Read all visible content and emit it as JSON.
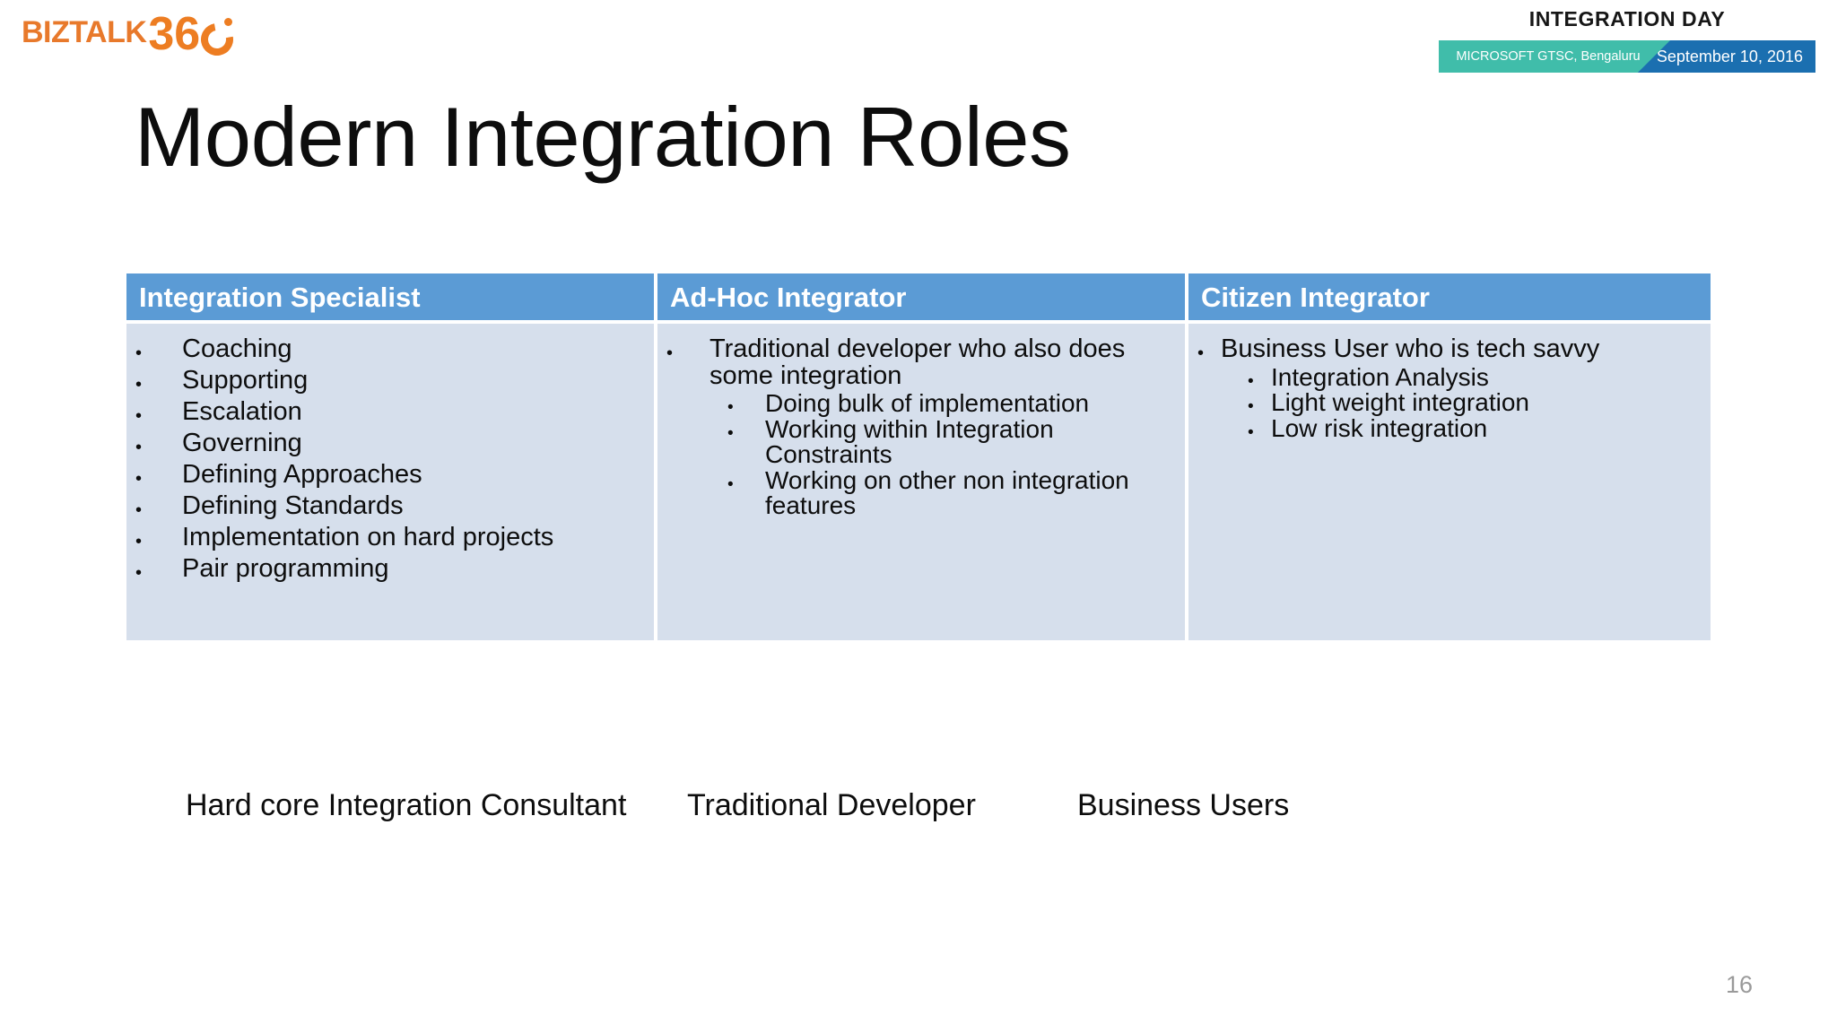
{
  "brand": {
    "logo_word": "BIZTALK",
    "logo_number": "36",
    "logo_icon": "circle-arc-icon"
  },
  "event_header": {
    "title": "INTEGRATION DAY",
    "venue": "MICROSOFT GTSC, Bengaluru",
    "date": "September 10, 2016",
    "venue_color": "#40BDAA",
    "date_color": "#1B6FB0"
  },
  "slide": {
    "title": "Modern Integration Roles",
    "page_number": "16"
  },
  "table": {
    "header_color": "#5B9BD5",
    "cell_color": "#D6DFEC",
    "columns": [
      {
        "header": "Integration Specialist",
        "bullets": [
          {
            "text": "Coaching",
            "level": 1
          },
          {
            "text": "Supporting",
            "level": 1
          },
          {
            "text": "Escalation",
            "level": 1
          },
          {
            "text": "Governing",
            "level": 1
          },
          {
            "text": "Defining Approaches",
            "level": 1
          },
          {
            "text": "Defining Standards",
            "level": 1
          },
          {
            "text": "Implementation on hard projects",
            "level": 1
          },
          {
            "text": "Pair programming",
            "level": 1
          }
        ]
      },
      {
        "header": "Ad-Hoc Integrator",
        "bullets": [
          {
            "text": "Traditional developer who also does some integration",
            "level": 1
          },
          {
            "text": "Doing bulk of implementation",
            "level": 2
          },
          {
            "text": "Working within Integration Constraints",
            "level": 2
          },
          {
            "text": "Working on other non integration features",
            "level": 2
          }
        ]
      },
      {
        "header": "Citizen Integrator",
        "bullets": [
          {
            "text": "Business User who is tech savvy",
            "level": 1
          },
          {
            "text": "Integration Analysis",
            "level": 2
          },
          {
            "text": "Light weight integration",
            "level": 2
          },
          {
            "text": "Low risk integration",
            "level": 2
          }
        ]
      }
    ]
  },
  "captions": [
    "Hard core Integration Consultant",
    "Traditional Developer",
    "Business Users"
  ],
  "bullet_glyph": "•"
}
